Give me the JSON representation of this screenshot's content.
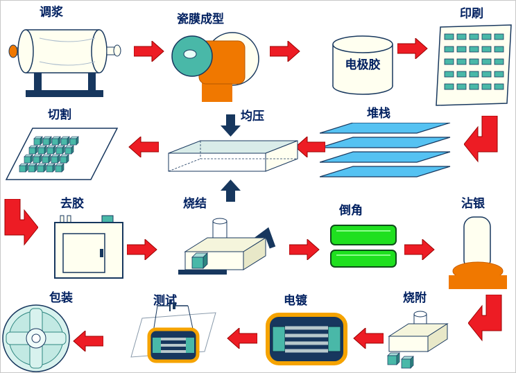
{
  "colors": {
    "label_text": "#002060",
    "arrow_red": "#ED1C24",
    "navy": "#17375E",
    "teal": "#49B8A8",
    "sheet_blue": "#55C2F2",
    "cream": "#FFFFF0",
    "orange": "#F07800",
    "green": "#1FE01F",
    "reel_cyan": "#D8F2EE"
  },
  "steps": {
    "slurry": {
      "label": "调浆"
    },
    "film_forming": {
      "label": "瓷膜成型"
    },
    "electrode_paste": {
      "label": "电极胶"
    },
    "printing": {
      "label": "印刷"
    },
    "stacking": {
      "label": "堆栈"
    },
    "pressing": {
      "label": "均压"
    },
    "cutting": {
      "label": "切割"
    },
    "binder_removal": {
      "label": "去胶"
    },
    "sintering": {
      "label": "烧结"
    },
    "chamfering": {
      "label": "倒角"
    },
    "silver_dipping": {
      "label": "沾银"
    },
    "firing": {
      "label": "烧附"
    },
    "plating": {
      "label": "电镀"
    },
    "testing": {
      "label": "测试"
    },
    "packaging": {
      "label": "包装"
    }
  },
  "flow_order": [
    "调浆",
    "瓷膜成型",
    "电极胶",
    "印刷",
    "堆栈",
    "均压",
    "切割",
    "去胶",
    "烧结",
    "倒角",
    "沾银",
    "烧附",
    "电镀",
    "测试",
    "包装"
  ]
}
